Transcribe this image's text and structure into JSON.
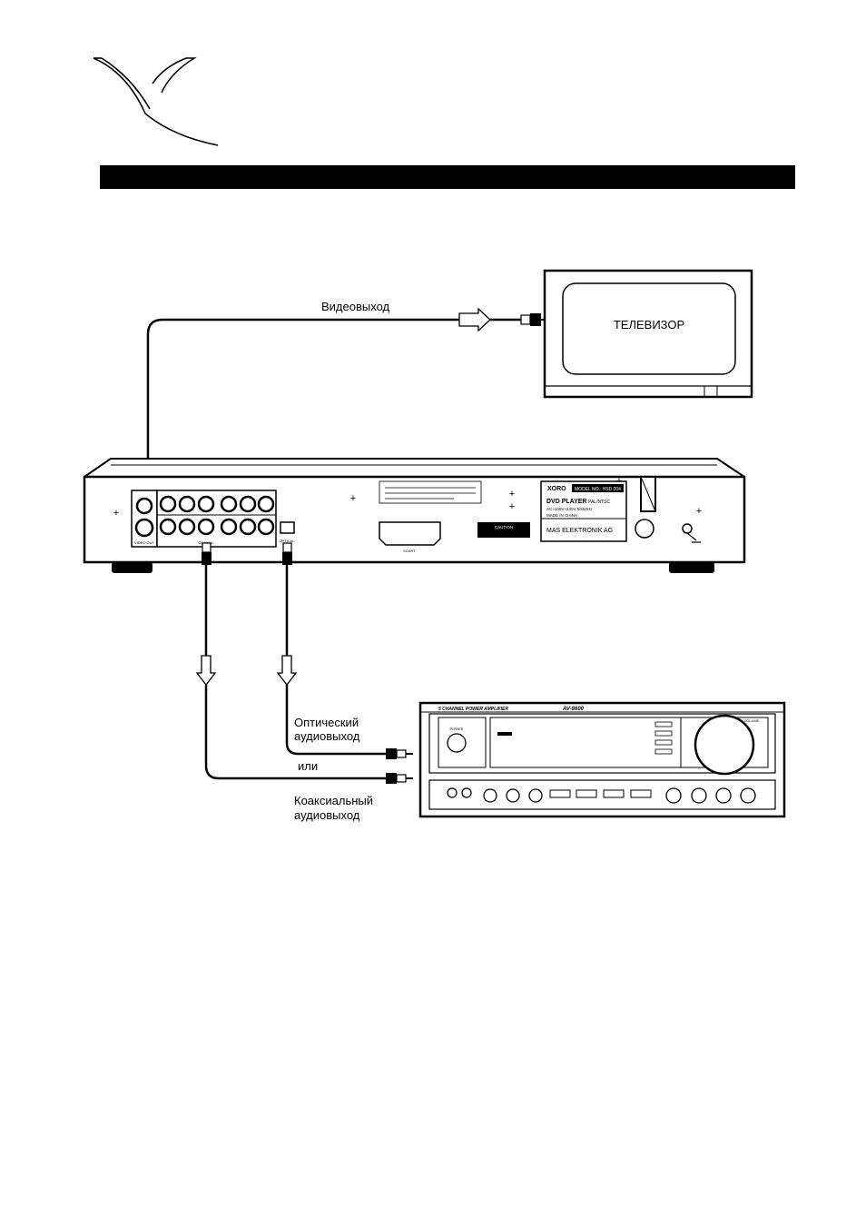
{
  "labels": {
    "video_out": "Видеовыход",
    "tv": "ТЕЛЕВИЗОР",
    "optical_line1": "Оптический",
    "optical_line2": "аудиовыход",
    "or": "или",
    "coax_line1": "Коаксиальный",
    "coax_line2": "аудиовыход"
  },
  "player": {
    "brand": "XORO",
    "model": "MODEL NO.: HSD 204",
    "product": "DVD PLAYER",
    "system": "PAL/NTSC",
    "power": "AC~100V~240V 50/60Hz",
    "origin": "MADE IN CHINA",
    "manufacturer": "MAS ELEKTRONIK AG",
    "caution": "CAUTION",
    "scart": "SCART",
    "video_out": "VIDEO OUT",
    "coaxial": "COAXIAL",
    "optical": "OPTICAL"
  },
  "amplifier": {
    "title": "5 CHANNEL POWER AMPLIFIER",
    "model": "AV-8600",
    "power": "POWER",
    "volume": "VOLUME"
  },
  "colors": {
    "ink": "#000000",
    "paper": "#ffffff"
  }
}
